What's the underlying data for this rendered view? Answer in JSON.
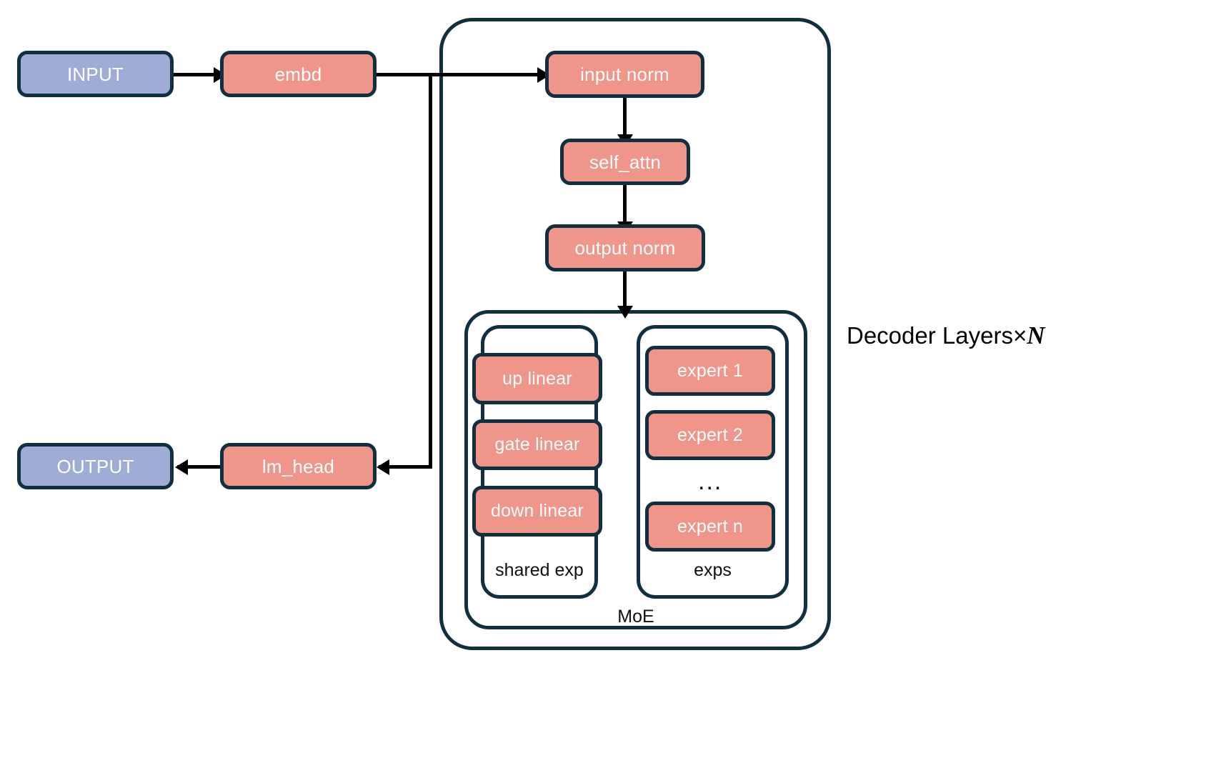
{
  "diagram": {
    "title": "MoE decoder-only transformer architecture flow",
    "colors": {
      "accent_salmon": "#ef958a",
      "accent_violet": "#9facd6",
      "outline_navy": "#11303f",
      "edge_black": "#000000",
      "background": "#ffffff",
      "node_text": "#ffffff",
      "caption_text": "#0f0f0f"
    },
    "nodes": {
      "input": "INPUT",
      "embd": "embd",
      "input_norm": "input norm",
      "self_attn": "self_attn",
      "output_norm": "output norm",
      "up_linear": "up linear",
      "gate_linear": "gate linear",
      "down_linear": "down linear",
      "expert_1": "expert 1",
      "expert_2": "expert 2",
      "expert_ellipsis": "...",
      "expert_n": "expert n",
      "lm_head": "lm_head",
      "output": "OUTPUT"
    },
    "captions": {
      "shared_exp": "shared exp",
      "exps": "exps",
      "moe": "MoE",
      "decoder_layers_prefix": "Decoder Layers×",
      "decoder_layers_count": "N"
    }
  }
}
